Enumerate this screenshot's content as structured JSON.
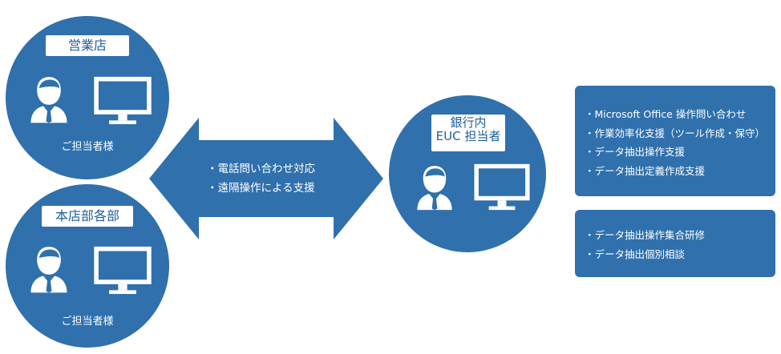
{
  "store": {
    "title": "営業店",
    "caption": "ご担当者様"
  },
  "head_office": {
    "title": "本店部各部",
    "caption": "ご担当者様"
  },
  "arrow": {
    "lines": [
      "電話問い合わせ対応",
      "遠隔操作による支援"
    ]
  },
  "euc": {
    "title_line1": "銀行内",
    "title_line2": "EUC 担当者"
  },
  "services_top": [
    "Microsoft Office 操作問い合わせ",
    "作業効率化支援（ツール作成・保守）",
    "データ抽出操作支援",
    "データ抽出定義作成支援"
  ],
  "services_bottom": [
    "データ抽出操作集合研修",
    "データ抽出個別相談"
  ],
  "colors": {
    "primary": "#2f70ad",
    "label_text": "#1f5f99"
  },
  "icons": [
    "person-icon",
    "monitor-icon",
    "double-arrow"
  ]
}
